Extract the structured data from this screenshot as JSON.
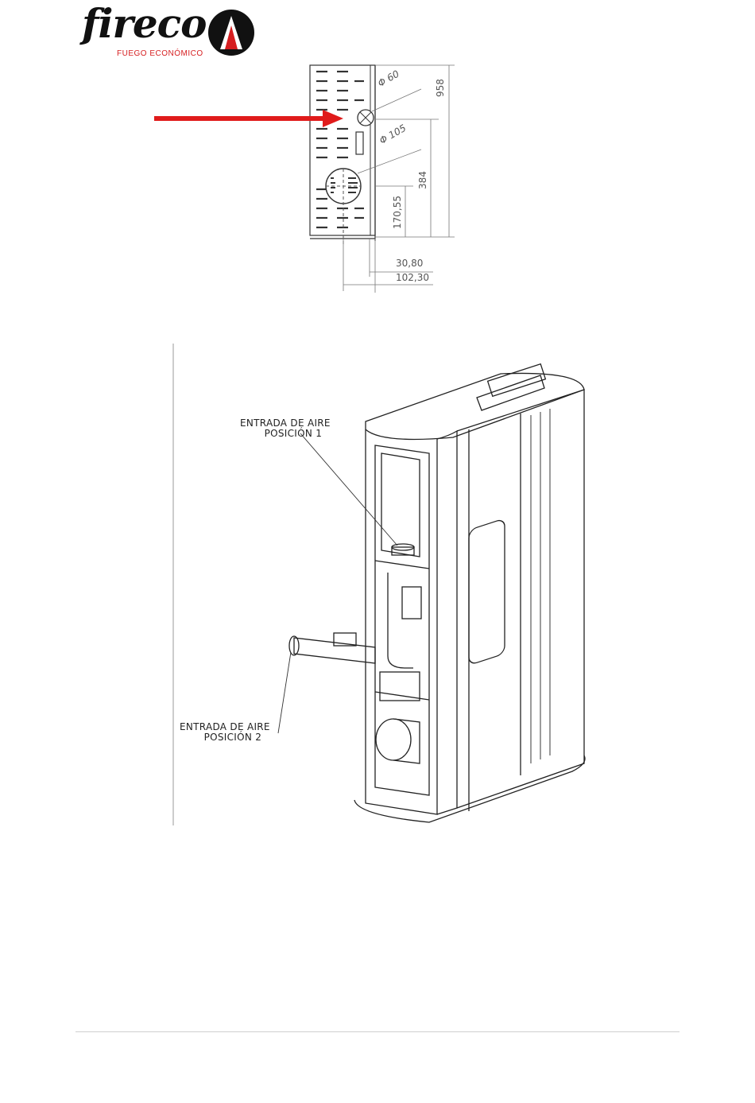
{
  "brand": {
    "name": "fireco",
    "tagline": "FUEGO ECONÓMICO",
    "accent_color": "#d61e20"
  },
  "top_drawing": {
    "dimensions": {
      "phi_small": "Φ 60",
      "phi_large": "Φ 105",
      "height_total": "958",
      "height_upper": "384",
      "height_lower": "170,55",
      "width_small": "30,80",
      "width_large": "102,30"
    },
    "arrow_color": "#e01b1b"
  },
  "bottom_drawing": {
    "callout_1_line1": "ENTRADA DE AIRE",
    "callout_1_line2": "POSICIÓN 1",
    "callout_2_line1": "ENTRADA DE AIRE",
    "callout_2_line2": "POSICIÓN 2"
  }
}
